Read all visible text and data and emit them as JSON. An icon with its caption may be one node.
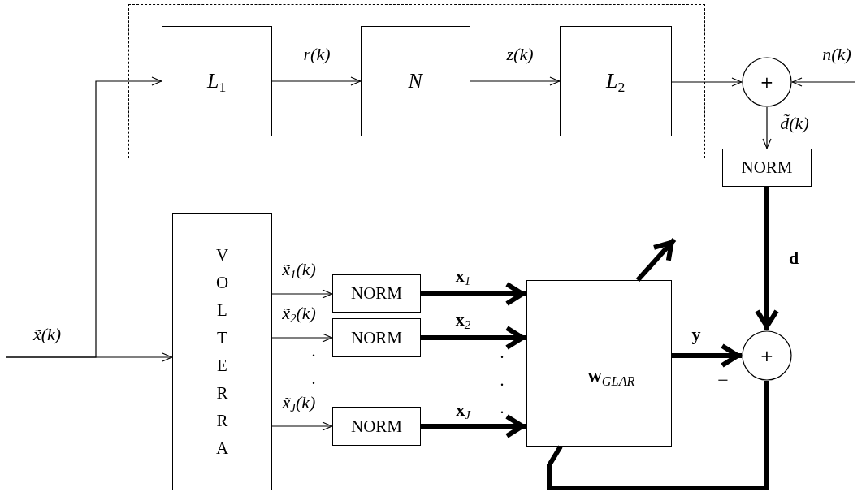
{
  "diagram": {
    "nodes": [
      {
        "text": [],
        "shape": "box"
      },
      {
        "text": [
          "L$_{1}$"
        ],
        "in": 0
      },
      {
        "text": [
          "N"
        ],
        "in": 0
      },
      {
        "text": [
          "L$_{2}$"
        ],
        "in": 0
      },
      {
        "text": [
          "+"
        ]
      },
      {
        "text": [
          "NORM"
        ]
      },
      {
        "text": [
          "VOLTERRA"
        ]
      },
      {
        "text": [
          "NORM"
        ]
      },
      {
        "text": [
          "NORM"
        ]
      },
      {
        "text": [
          "NORM"
        ]
      },
      {
        "text": [
          "**w**$_{GLAR}$"
        ]
      },
      {
        "text": [
          "+"
        ],
        "beside": [
          "−"
        ]
      }
    ],
    "edges": [
      {
        "from": null,
        "to": 6,
        "arrow": "to",
        "label": "x̃(k)"
      },
      {
        "from": null,
        "to": 1,
        "arrow": "to"
      },
      {
        "from": 1,
        "to": 2,
        "arrow": "to",
        "label": "r(k)"
      },
      {
        "from": 2,
        "to": 3,
        "arrow": "to",
        "label": "z(k)"
      },
      {
        "from": 3,
        "to": 4,
        "arrow": "to"
      },
      {
        "from": null,
        "to": 4,
        "arrow": "to",
        "label": "n(k)"
      },
      {
        "from": 4,
        "to": 5,
        "arrow": "to",
        "label": "d̃(k)"
      },
      {
        "from": 5,
        "to": 11,
        "arrow": "to",
        "label": "d",
        "style": "thick"
      },
      {
        "from": 6,
        "to": 7,
        "arrow": "to",
        "label": "x̃$_{1}$(k)"
      },
      {
        "from": 6,
        "to": 8,
        "arrow": "to",
        "label": "x̃$_{2}$(k)"
      },
      {
        "from": 6,
        "to": 9,
        "arrow": "to",
        "label": "x̃$_{J}$(k)"
      },
      {
        "from": 7,
        "to": 10,
        "arrow": "to",
        "label": "**x**$_{1}$",
        "style": "thick"
      },
      {
        "from": 8,
        "to": 10,
        "arrow": "to",
        "label": "**x**$_{2}$",
        "style": "thick"
      },
      {
        "from": 9,
        "to": 10,
        "arrow": "to",
        "label": "**x**$_{J}$",
        "style": "thick"
      },
      {
        "from": 10,
        "to": 11,
        "arrow": "to",
        "label": "y",
        "style": "thick"
      },
      {
        "from": 11,
        "to": 10,
        "arrow": "none",
        "style": "thick"
      },
      {
        "from": 10,
        "to": null,
        "arrow": "to",
        "style": "thick"
      }
    ],
    "labels": [
      ".",
      ".",
      ".",
      ".",
      "."
    ]
  }
}
